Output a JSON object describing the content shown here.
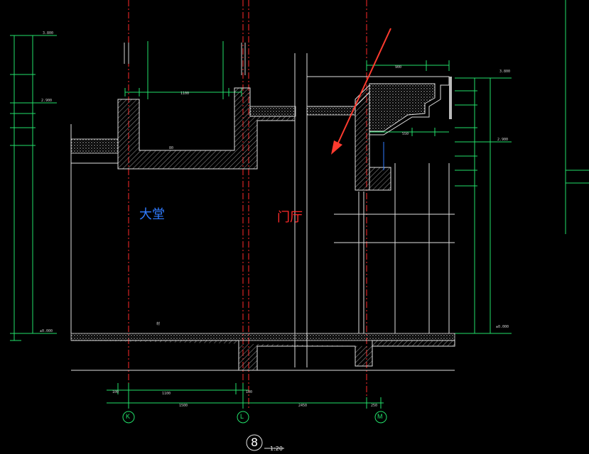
{
  "rooms": {
    "lobby": "大堂",
    "vestibule": "门厅"
  },
  "grid_axes": [
    "K",
    "L",
    "M"
  ],
  "detail": {
    "number": "8",
    "scale": "1:20"
  },
  "colors": {
    "background": "#000000",
    "structure": "#d9d9d9",
    "dimension": "#22e06a",
    "grid_line": "#ff2a2a",
    "annotation_arrow": "#ff3b2f",
    "lobby_text": "#2f7bff"
  },
  "icons": [
    "arrow-pointer-icon",
    "section-mark-icon"
  ]
}
